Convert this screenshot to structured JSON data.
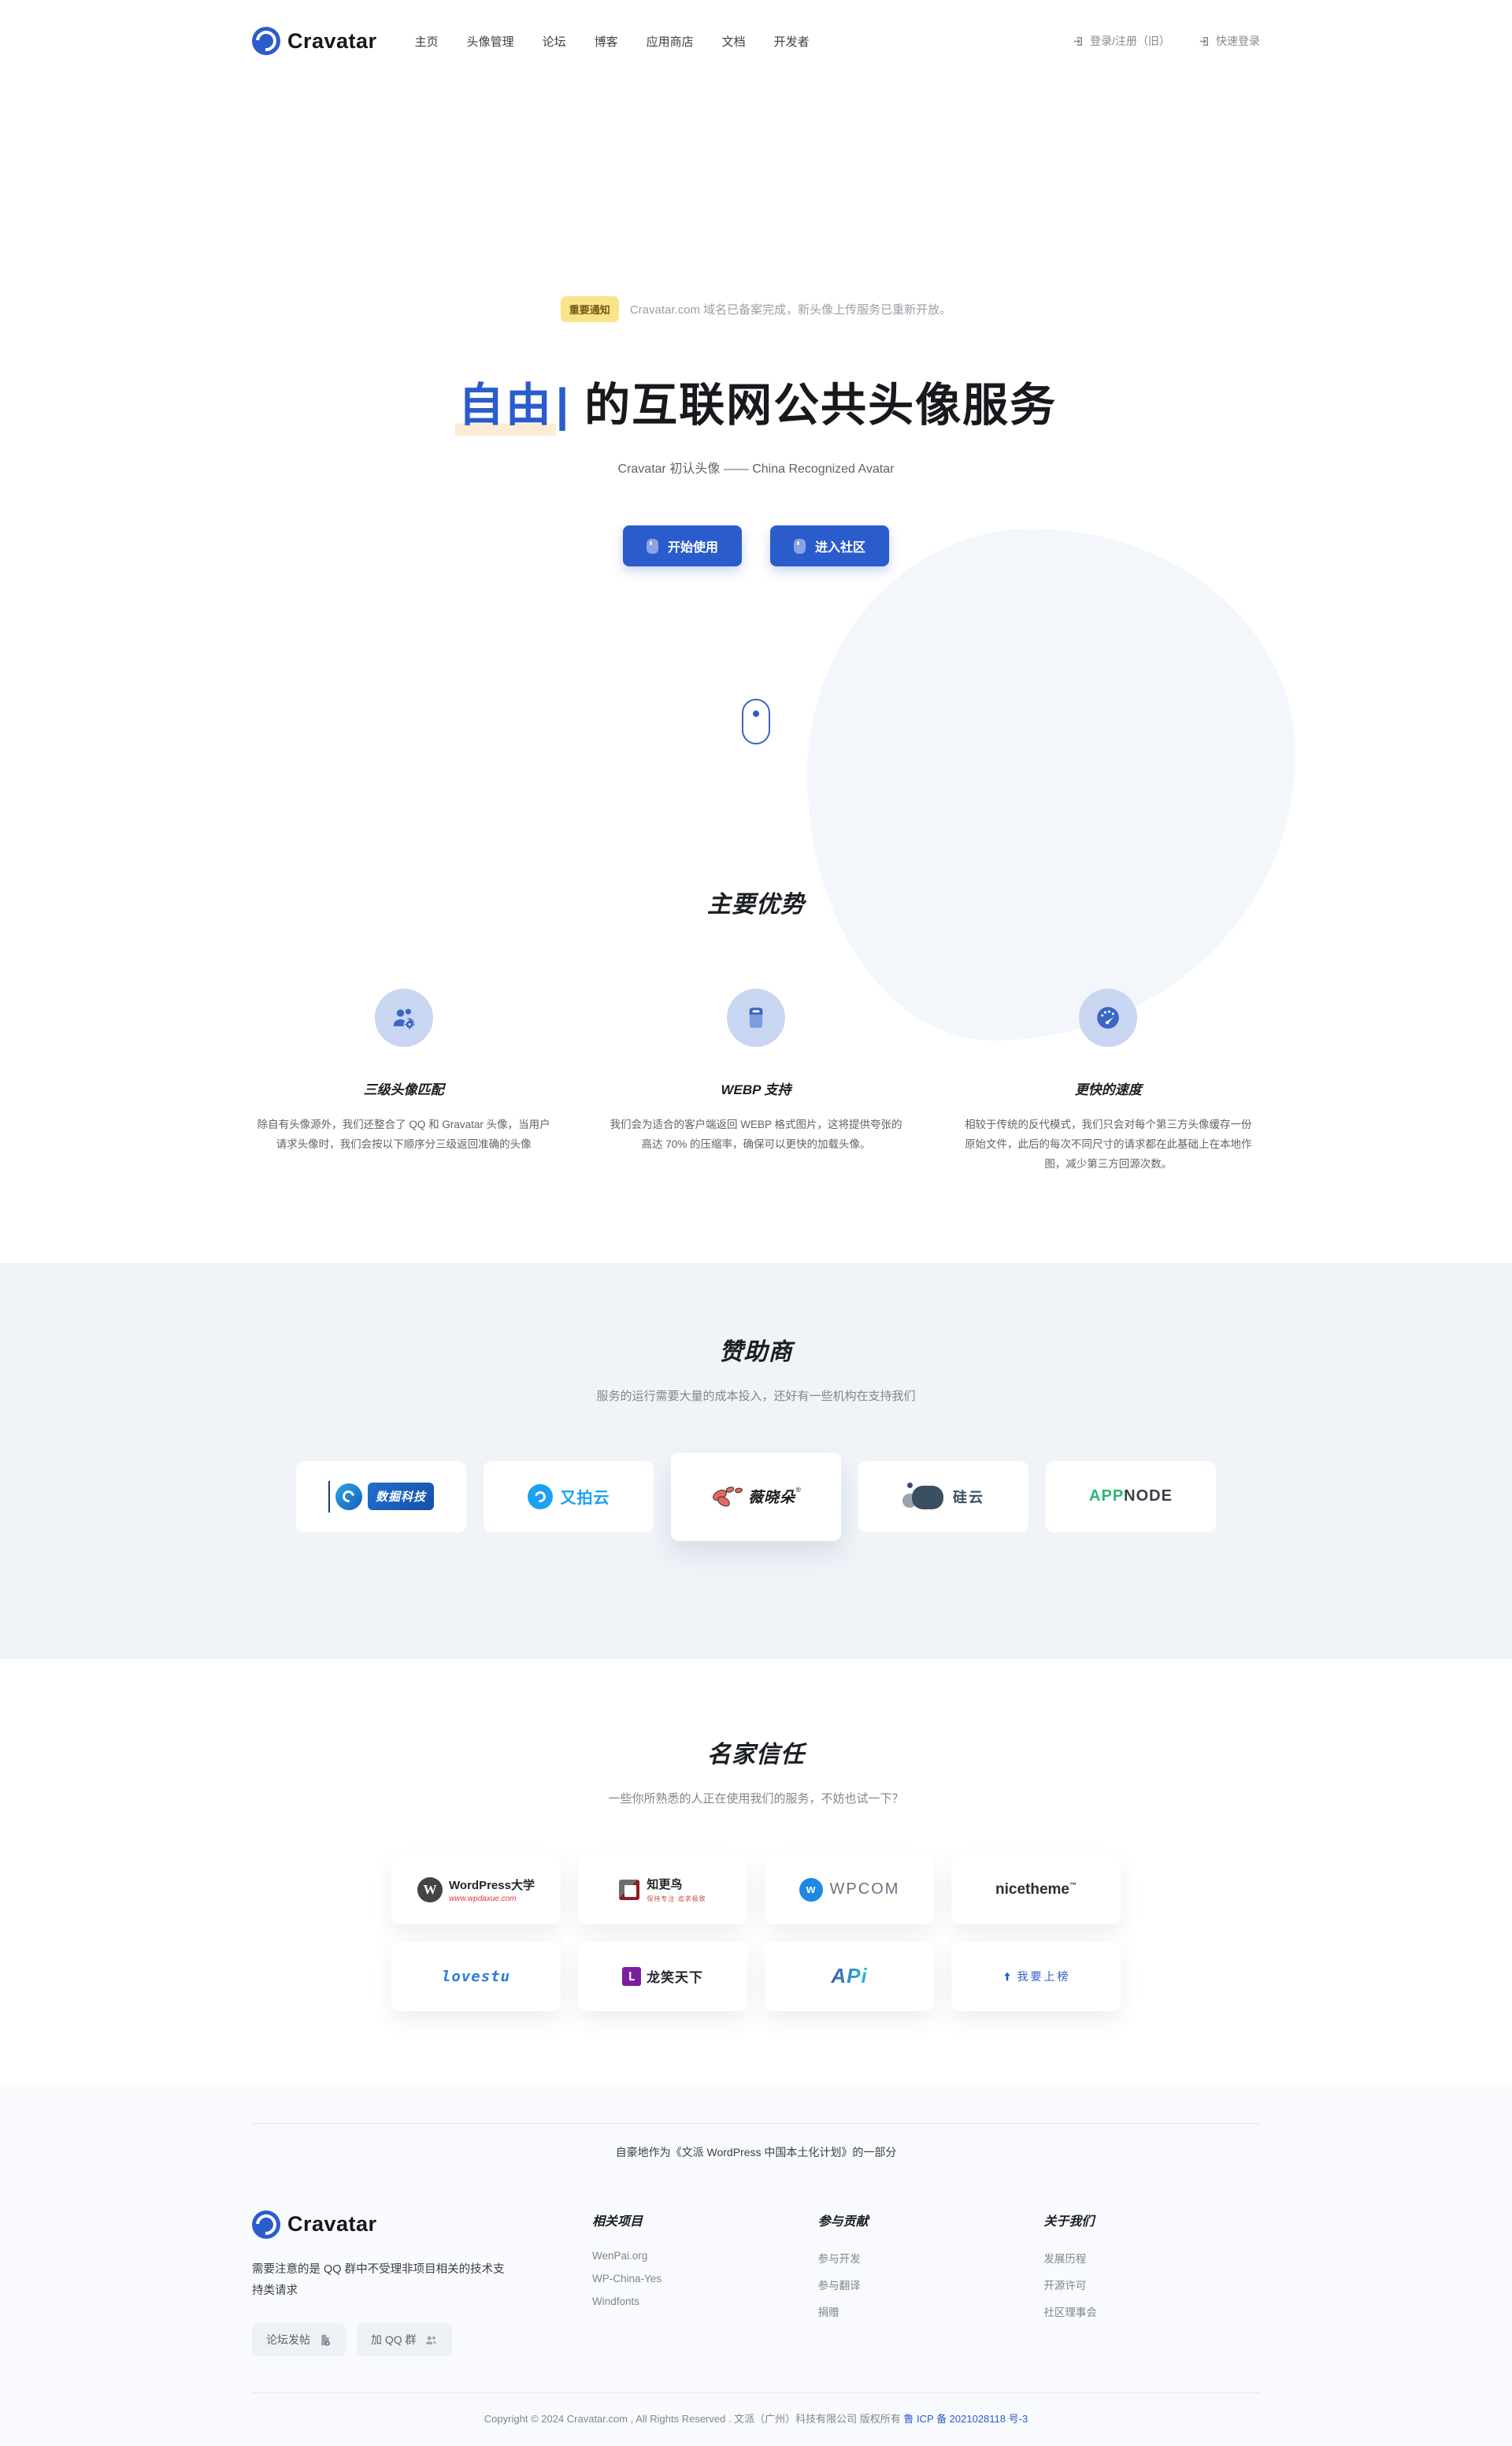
{
  "colors": {
    "accent": "#2b5ccc",
    "badge_bg": "#fbe38b",
    "sponsor_bg": "#f0f4f9",
    "footer_bg": "#f8fafd"
  },
  "header": {
    "brand": "Cravatar",
    "nav": [
      {
        "label": "主页"
      },
      {
        "label": "头像管理"
      },
      {
        "label": "论坛"
      },
      {
        "label": "博客"
      },
      {
        "label": "应用商店"
      },
      {
        "label": "文档"
      },
      {
        "label": "开发者"
      }
    ],
    "auth": [
      {
        "label": "登录/注册（旧）"
      },
      {
        "label": "快速登录"
      }
    ]
  },
  "hero": {
    "notice_badge": "重要通知",
    "notice_text": "Cravatar.com 域名已备案完成，新头像上传服务已重新开放。",
    "title_highlight": "自由",
    "title_cursor": "|",
    "title_rest": " 的互联网公共头像服务",
    "subtitle": "Cravatar 初认头像 —— China Recognized Avatar",
    "primary_button": "开始使用",
    "secondary_button": "进入社区"
  },
  "features": {
    "title": "主要优势",
    "items": [
      {
        "icon": "users-gear-icon",
        "title": "三级头像匹配",
        "desc": "除自有头像源外，我们还整合了 QQ 和 Gravatar 头像，当用户请求头像时，我们会按以下顺序分三级返回准确的头像"
      },
      {
        "icon": "webp-image-icon",
        "title": "WEBP 支持",
        "desc": "我们会为适合的客户端返回 WEBP 格式图片，这将提供夸张的高达 70% 的压缩率，确保可以更快的加载头像。"
      },
      {
        "icon": "speedometer-icon",
        "title": "更快的速度",
        "desc": "相较于传统的反代模式，我们只会对每个第三方头像缓存一份原始文件，此后的每次不同尺寸的请求都在此基础上在本地作图，减少第三方回源次数。"
      }
    ]
  },
  "sponsors": {
    "title": "赞助商",
    "subtitle": "服务的运行需要大量的成本投入，还好有一些机构在支持我们",
    "items": [
      {
        "name": "数掘科技"
      },
      {
        "name": "又拍云"
      },
      {
        "name": "薇晓朵",
        "reg": "®"
      },
      {
        "name": "硅云"
      },
      {
        "name_green": "APP",
        "name_dark": "NODE"
      }
    ]
  },
  "trusted": {
    "title": "名家信任",
    "subtitle": "一些你所熟悉的人正在使用我们的服务，不妨也试一下？",
    "items": [
      {
        "name": "WordPress大学",
        "url": "www.wpdaxue.com",
        "mark": "W"
      },
      {
        "name": "知更鸟",
        "tagline": "保持专注 追求极致"
      },
      {
        "name": "WPCOM",
        "mark": "w"
      },
      {
        "name": "nicetheme",
        "tm": "™"
      },
      {
        "name": "lovestu"
      },
      {
        "name": "龙笑天下",
        "mark": "L"
      },
      {
        "name": "APi"
      },
      {
        "name": "我要上榜"
      }
    ]
  },
  "footer": {
    "proud": "自豪地作为《文派 WordPress 中国本土化计划》的一部分",
    "brand": "Cravatar",
    "desc": "需要注意的是 QQ 群中不受理非项目相关的技术支持类请求",
    "buttons": [
      {
        "label": "论坛发帖",
        "icon": "file-plus-icon"
      },
      {
        "label": "加 QQ 群",
        "icon": "users-icon"
      }
    ],
    "columns": [
      {
        "title": "相关项目",
        "links": [
          {
            "label": "WenPai.org"
          },
          {
            "label": "WP-China-Yes"
          },
          {
            "label": "Windfonts"
          }
        ]
      },
      {
        "title": "参与贡献",
        "links": [
          {
            "label": "参与开发"
          },
          {
            "label": "参与翻译"
          },
          {
            "label": "捐赠"
          }
        ]
      },
      {
        "title": "关于我们",
        "links": [
          {
            "label": "发展历程"
          },
          {
            "label": "开源许可"
          },
          {
            "label": "社区理事会"
          }
        ]
      }
    ],
    "copyright_text": "Copyright © 2024 Cravatar.com , All Rights Reserved . 文派（广州）科技有限公司 版权所有 ",
    "icp": "鲁 ICP 备 2021028118 号-3"
  }
}
